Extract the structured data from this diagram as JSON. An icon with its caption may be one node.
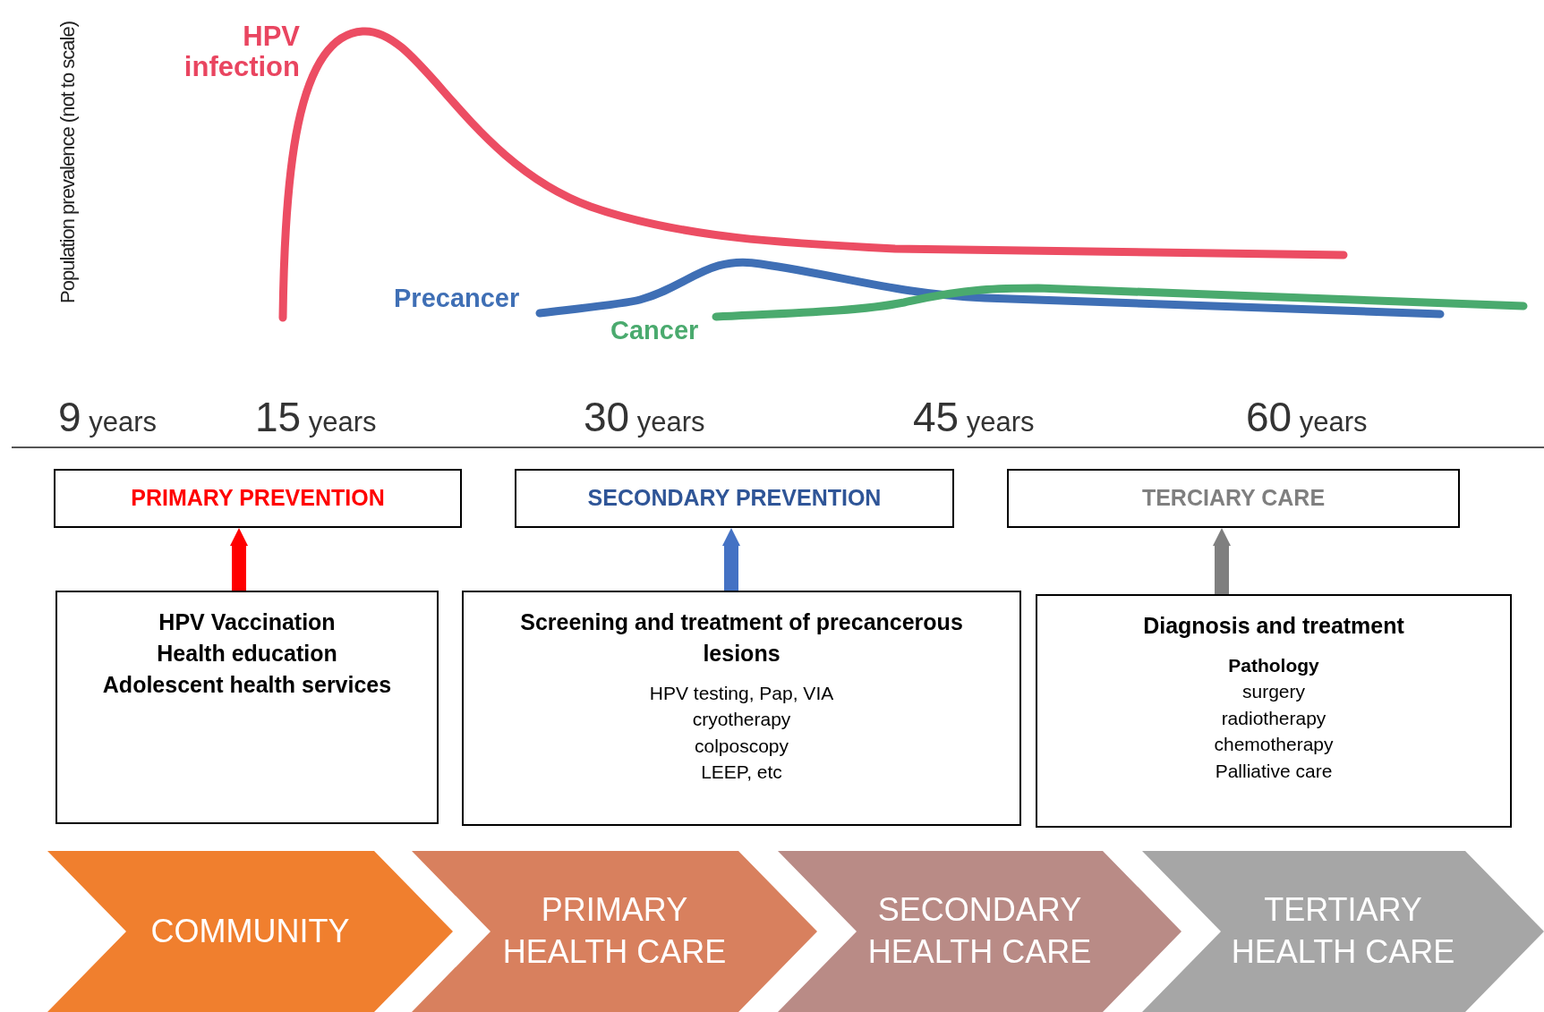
{
  "diagram": {
    "nodes": [
      {
        "text": [
          "PRIMARY PREVENTION"
        ]
      },
      {
        "text": [
          "SECONDARY PREVENTION"
        ]
      },
      {
        "text": [
          "TERCIARY CARE"
        ]
      },
      {
        "text": [
          "HPV Vaccination",
          "Health education",
          "Adolescent health services"
        ]
      },
      {
        "text": [
          "Screening and treatment of precancerous lesions",
          "HPV testing, Pap, VIA",
          "cryotherapy",
          "colposcopy",
          "LEEP, etc"
        ]
      },
      {
        "text": [
          "Diagnosis and treatment",
          "Pathology",
          "surgery",
          "radiotherapy",
          "chemotherapy",
          "Palliative care"
        ]
      },
      {
        "text": [
          "COMMUNITY"
        ]
      },
      {
        "text": [
          "PRIMARY HEALTH CARE"
        ]
      },
      {
        "text": [
          "SECONDARY HEALTH CARE"
        ]
      },
      {
        "text": [
          "TERTIARY HEALTH CARE"
        ]
      }
    ],
    "edges": [
      {
        "from": 3,
        "to": 0,
        "arrow": "to",
        "color": "#ff0000"
      },
      {
        "from": 4,
        "to": 1,
        "arrow": "to",
        "color": "#4472c4"
      },
      {
        "from": 5,
        "to": 2,
        "arrow": "to",
        "color": "#7f7f7f"
      }
    ],
    "labels": [
      "Population prevalence (not to scale)",
      "HPV infection",
      "Precancer",
      "Cancer",
      "9 years",
      "15 years",
      "30 years",
      "45 years",
      "60 years"
    ]
  }
}
